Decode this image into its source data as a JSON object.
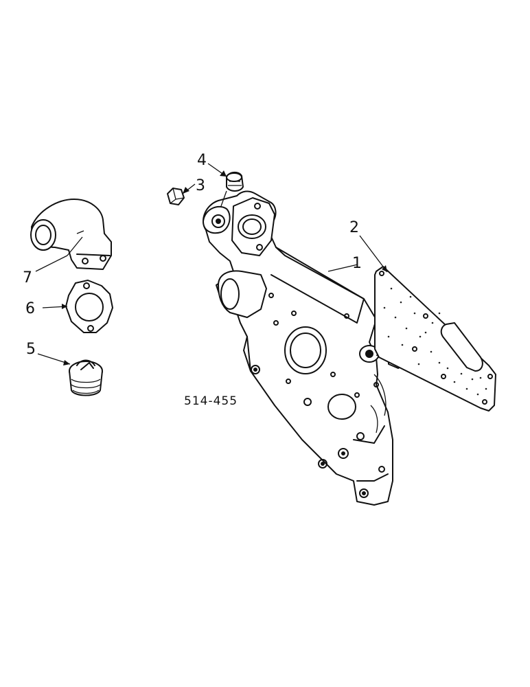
{
  "diagram": {
    "reference_number": "514-455",
    "callouts": [
      {
        "id": "1",
        "label": "1"
      },
      {
        "id": "2",
        "label": "2"
      },
      {
        "id": "3",
        "label": "3"
      },
      {
        "id": "4",
        "label": "4"
      },
      {
        "id": "5",
        "label": "5"
      },
      {
        "id": "6",
        "label": "6"
      },
      {
        "id": "7",
        "label": "7"
      }
    ]
  }
}
